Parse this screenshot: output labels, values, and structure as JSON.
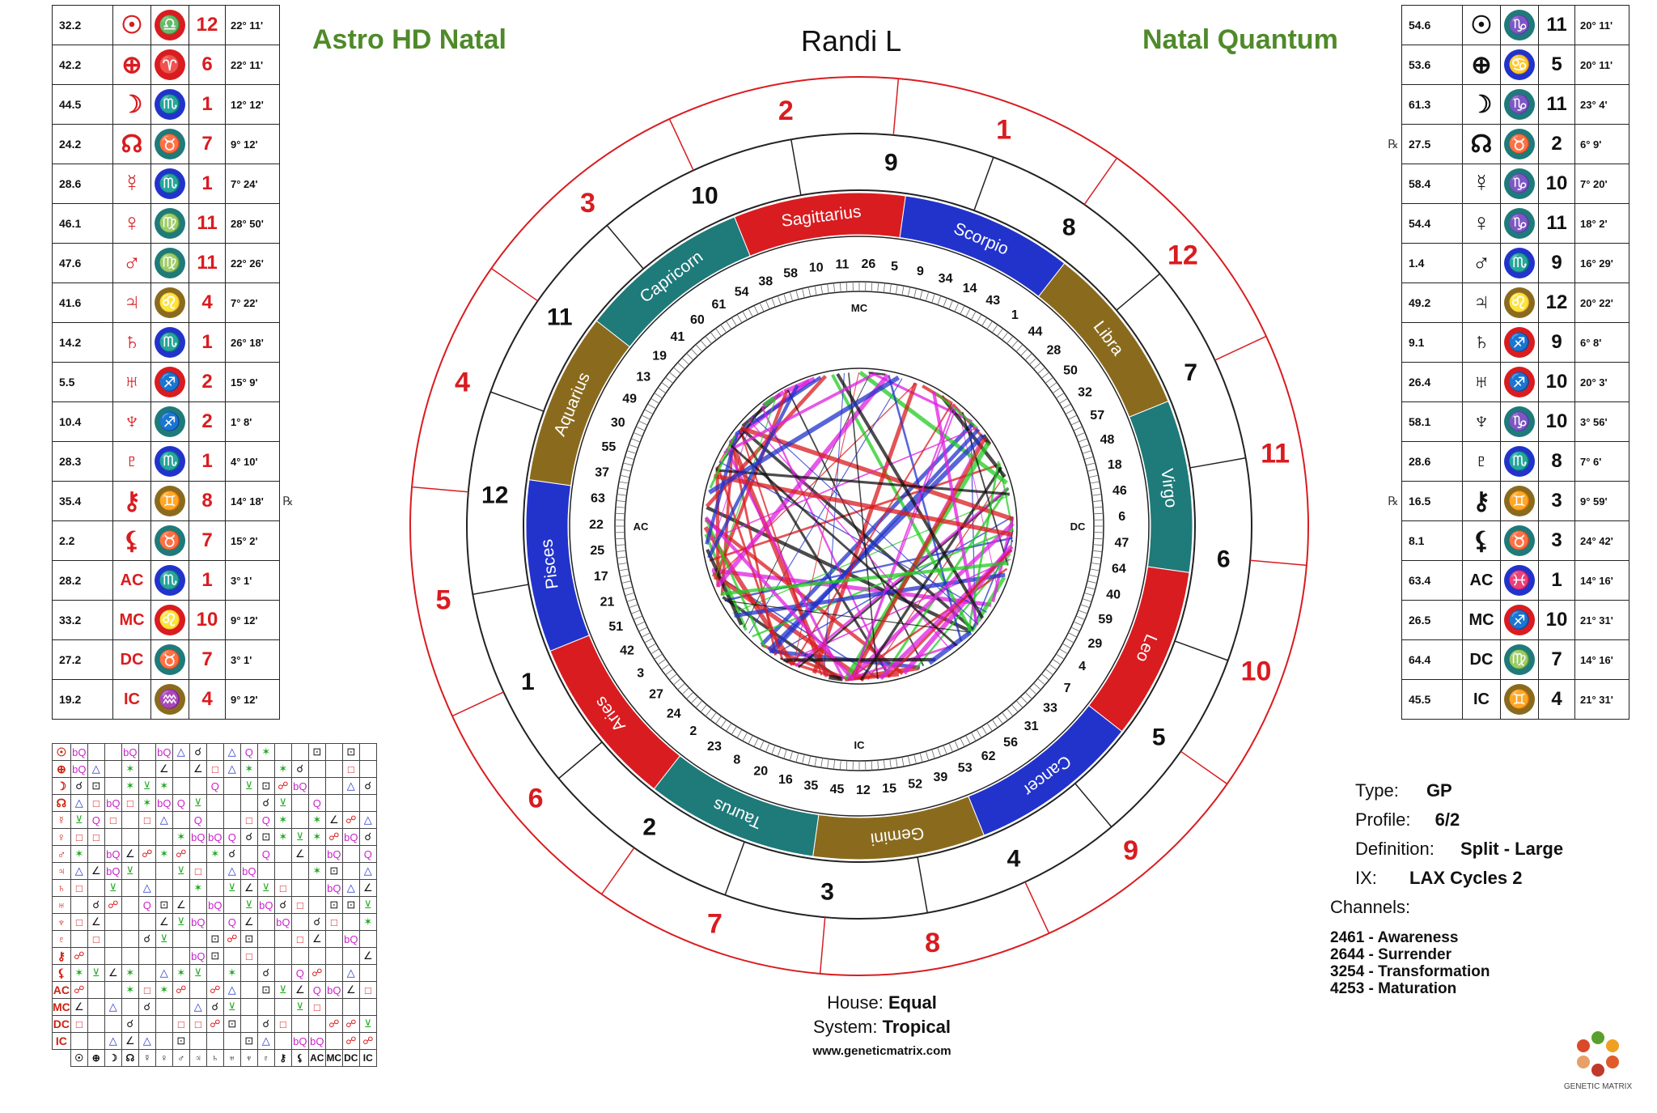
{
  "header": {
    "left_title": "Astro HD Natal",
    "right_title": "Natal Quantum",
    "person_name": "Randi L"
  },
  "colors": {
    "green_title": "#4f8a2a",
    "red": "#d91c20",
    "teal": "#1f7a7a",
    "blue": "#2233cc",
    "olive": "#8a6b1e"
  },
  "left_table": [
    {
      "num": "32.2",
      "sym": "☉",
      "zodiac": "♎",
      "zcolor": "#d91c20",
      "gate": "12",
      "deg": "22° 11'"
    },
    {
      "num": "42.2",
      "sym": "⊕",
      "zodiac": "♈",
      "zcolor": "#d91c20",
      "gate": "6",
      "deg": "22° 11'"
    },
    {
      "num": "44.5",
      "sym": "☽",
      "zodiac": "♏",
      "zcolor": "#2233cc",
      "gate": "1",
      "deg": "12° 12'"
    },
    {
      "num": "24.2",
      "sym": "☊",
      "zodiac": "♉",
      "zcolor": "#1f7a7a",
      "gate": "7",
      "deg": "9° 12'"
    },
    {
      "num": "28.6",
      "sym": "☿",
      "zodiac": "♏",
      "zcolor": "#2233cc",
      "gate": "1",
      "deg": "7° 24'"
    },
    {
      "num": "46.1",
      "sym": "♀",
      "zodiac": "♍",
      "zcolor": "#1f7a7a",
      "gate": "11",
      "deg": "28° 50'"
    },
    {
      "num": "47.6",
      "sym": "♂",
      "zodiac": "♍",
      "zcolor": "#1f7a7a",
      "gate": "11",
      "deg": "22° 26'"
    },
    {
      "num": "41.6",
      "sym": "♃",
      "zodiac": "♌",
      "zcolor": "#8a6b1e",
      "gate": "4",
      "deg": "7° 22'"
    },
    {
      "num": "14.2",
      "sym": "♄",
      "zodiac": "♏",
      "zcolor": "#2233cc",
      "gate": "1",
      "deg": "26° 18'"
    },
    {
      "num": "5.5",
      "sym": "♅",
      "zodiac": "♐",
      "zcolor": "#d91c20",
      "gate": "2",
      "deg": "15° 9'"
    },
    {
      "num": "10.4",
      "sym": "♆",
      "zodiac": "♐",
      "zcolor": "#1f7a7a",
      "gate": "2",
      "deg": "1° 8'"
    },
    {
      "num": "28.3",
      "sym": "♇",
      "zodiac": "♏",
      "zcolor": "#2233cc",
      "gate": "1",
      "deg": "4° 10'"
    },
    {
      "num": "35.4",
      "sym": "⚷",
      "zodiac": "♊",
      "zcolor": "#8a6b1e",
      "gate": "8",
      "deg": "14° 18'",
      "retro": "℞"
    },
    {
      "num": "2.2",
      "sym": "⚸",
      "zodiac": "♉",
      "zcolor": "#1f7a7a",
      "gate": "7",
      "deg": "15° 2'"
    },
    {
      "num": "28.2",
      "sym": "AC",
      "zodiac": "♏",
      "zcolor": "#2233cc",
      "gate": "1",
      "deg": "3° 1'"
    },
    {
      "num": "33.2",
      "sym": "MC",
      "zodiac": "♌",
      "zcolor": "#d91c20",
      "gate": "10",
      "deg": "9° 12'"
    },
    {
      "num": "27.2",
      "sym": "DC",
      "zodiac": "♉",
      "zcolor": "#1f7a7a",
      "gate": "7",
      "deg": "3° 1'"
    },
    {
      "num": "19.2",
      "sym": "IC",
      "zodiac": "♒",
      "zcolor": "#8a6b1e",
      "gate": "4",
      "deg": "9° 12'"
    }
  ],
  "right_table": [
    {
      "num": "54.6",
      "sym": "☉",
      "zodiac": "♑",
      "zcolor": "#1f7a7a",
      "gate": "11",
      "deg": "20° 11'"
    },
    {
      "num": "53.6",
      "sym": "⊕",
      "zodiac": "♋",
      "zcolor": "#2233cc",
      "gate": "5",
      "deg": "20° 11'"
    },
    {
      "num": "61.3",
      "sym": "☽",
      "zodiac": "♑",
      "zcolor": "#1f7a7a",
      "gate": "11",
      "deg": "23° 4'"
    },
    {
      "num": "27.5",
      "sym": "☊",
      "zodiac": "♉",
      "zcolor": "#1f7a7a",
      "gate": "2",
      "deg": "6° 9'",
      "retro": "℞"
    },
    {
      "num": "58.4",
      "sym": "☿",
      "zodiac": "♑",
      "zcolor": "#1f7a7a",
      "gate": "10",
      "deg": "7° 20'"
    },
    {
      "num": "54.4",
      "sym": "♀",
      "zodiac": "♑",
      "zcolor": "#1f7a7a",
      "gate": "11",
      "deg": "18° 2'"
    },
    {
      "num": "1.4",
      "sym": "♂",
      "zodiac": "♏",
      "zcolor": "#2233cc",
      "gate": "9",
      "deg": "16° 29'"
    },
    {
      "num": "49.2",
      "sym": "♃",
      "zodiac": "♌",
      "zcolor": "#8a6b1e",
      "gate": "12",
      "deg": "20° 22'"
    },
    {
      "num": "9.1",
      "sym": "♄",
      "zodiac": "♐",
      "zcolor": "#d91c20",
      "gate": "9",
      "deg": "6° 8'"
    },
    {
      "num": "26.4",
      "sym": "♅",
      "zodiac": "♐",
      "zcolor": "#d91c20",
      "gate": "10",
      "deg": "20° 3'"
    },
    {
      "num": "58.1",
      "sym": "♆",
      "zodiac": "♑",
      "zcolor": "#1f7a7a",
      "gate": "10",
      "deg": "3° 56'"
    },
    {
      "num": "28.6",
      "sym": "♇",
      "zodiac": "♏",
      "zcolor": "#2233cc",
      "gate": "8",
      "deg": "7° 6'"
    },
    {
      "num": "16.5",
      "sym": "⚷",
      "zodiac": "♊",
      "zcolor": "#8a6b1e",
      "gate": "3",
      "deg": "9° 59'",
      "retro": "℞"
    },
    {
      "num": "8.1",
      "sym": "⚸",
      "zodiac": "♉",
      "zcolor": "#1f7a7a",
      "gate": "3",
      "deg": "24° 42'"
    },
    {
      "num": "63.4",
      "sym": "AC",
      "zodiac": "♓",
      "zcolor": "#2233cc",
      "gate": "1",
      "deg": "14° 16'"
    },
    {
      "num": "26.5",
      "sym": "MC",
      "zodiac": "♐",
      "zcolor": "#d91c20",
      "gate": "10",
      "deg": "21° 31'"
    },
    {
      "num": "64.4",
      "sym": "DC",
      "zodiac": "♍",
      "zcolor": "#1f7a7a",
      "gate": "7",
      "deg": "14° 16'"
    },
    {
      "num": "45.5",
      "sym": "IC",
      "zodiac": "♊",
      "zcolor": "#8a6b1e",
      "gate": "4",
      "deg": "21° 31'"
    }
  ],
  "aspect_grid": {
    "row_labels": [
      "☉",
      "⊕",
      "☽",
      "☊",
      "☿",
      "♀",
      "♂",
      "♃",
      "♄",
      "♅",
      "♆",
      "♇",
      "⚷",
      "⚸",
      "AC",
      "MC",
      "DC",
      "IC"
    ],
    "col_labels": [
      "☉",
      "⊕",
      "☽",
      "☊",
      "☿",
      "♀",
      "♂",
      "♃",
      "♄",
      "♅",
      "♆",
      "♇",
      "⚷",
      "⚸",
      "AC",
      "MC",
      "DC",
      "IC"
    ],
    "glyphs": [
      "□",
      "Q",
      "△",
      "∠",
      "✶",
      "bQ",
      "☌",
      "☍",
      "⊻",
      "⊡"
    ]
  },
  "wheel": {
    "outer_house_numbers": [
      "1",
      "12",
      "11",
      "10",
      "9",
      "8",
      "7",
      "6",
      "5",
      "4",
      "3",
      "2"
    ],
    "inner_house_numbers": [
      "9",
      "8",
      "7",
      "6",
      "5",
      "4",
      "3",
      "2",
      "1",
      "12",
      "11",
      "10"
    ],
    "signs": [
      {
        "name": "Sagittarius",
        "glyph": "♐",
        "color": "#d91c20"
      },
      {
        "name": "Scorpio",
        "glyph": "♏",
        "color": "#2233cc"
      },
      {
        "name": "Libra",
        "glyph": "♎",
        "color": "#8a6b1e"
      },
      {
        "name": "Virgo",
        "glyph": "♍",
        "color": "#1f7a7a"
      },
      {
        "name": "Leo",
        "glyph": "♌",
        "color": "#d91c20"
      },
      {
        "name": "Cancer",
        "glyph": "♋",
        "color": "#2233cc"
      },
      {
        "name": "Gemini",
        "glyph": "♊",
        "color": "#8a6b1e"
      },
      {
        "name": "Taurus",
        "glyph": "♉",
        "color": "#1f7a7a"
      },
      {
        "name": "Aries",
        "glyph": "♈",
        "color": "#d91c20"
      },
      {
        "name": "Pisces",
        "glyph": "♓",
        "color": "#2233cc"
      },
      {
        "name": "Aquarius",
        "glyph": "♒",
        "color": "#8a6b1e"
      },
      {
        "name": "Capricorn",
        "glyph": "♑",
        "color": "#1f7a7a"
      }
    ],
    "gates": [
      "26",
      "5",
      "9",
      "34",
      "14",
      "43",
      "1",
      "44",
      "28",
      "50",
      "32",
      "57",
      "48",
      "18",
      "46",
      "6",
      "47",
      "64",
      "40",
      "59",
      "29",
      "4",
      "7",
      "33",
      "31",
      "56",
      "62",
      "53",
      "39",
      "52",
      "15",
      "12",
      "45",
      "35",
      "16",
      "20",
      "8",
      "23",
      "2",
      "24",
      "27",
      "3",
      "42",
      "51",
      "21",
      "17",
      "25",
      "22",
      "63",
      "37",
      "55",
      "30",
      "49",
      "13",
      "19",
      "41",
      "60",
      "61",
      "54",
      "38",
      "58",
      "10",
      "11"
    ],
    "angle_labels": [
      "MC",
      "DC",
      "IC",
      "AC"
    ]
  },
  "summary": {
    "type_label": "Type:",
    "type_value": "GP",
    "profile_label": "Profile:",
    "profile_value": "6/2",
    "definition_label": "Definition:",
    "definition_value": "Split - Large",
    "ix_label": "IX:",
    "ix_value": "LAX Cycles 2",
    "channels_label": "Channels:",
    "channels": [
      "2461 - Awareness",
      "2644 - Surrender",
      "3254 - Transformation",
      "4253 - Maturation"
    ]
  },
  "footer": {
    "house_label": "House:",
    "house_value": "Equal",
    "system_label": "System:",
    "system_value": "Tropical",
    "url": "www.geneticmatrix.com",
    "brand": "GENETIC MATRIX"
  }
}
